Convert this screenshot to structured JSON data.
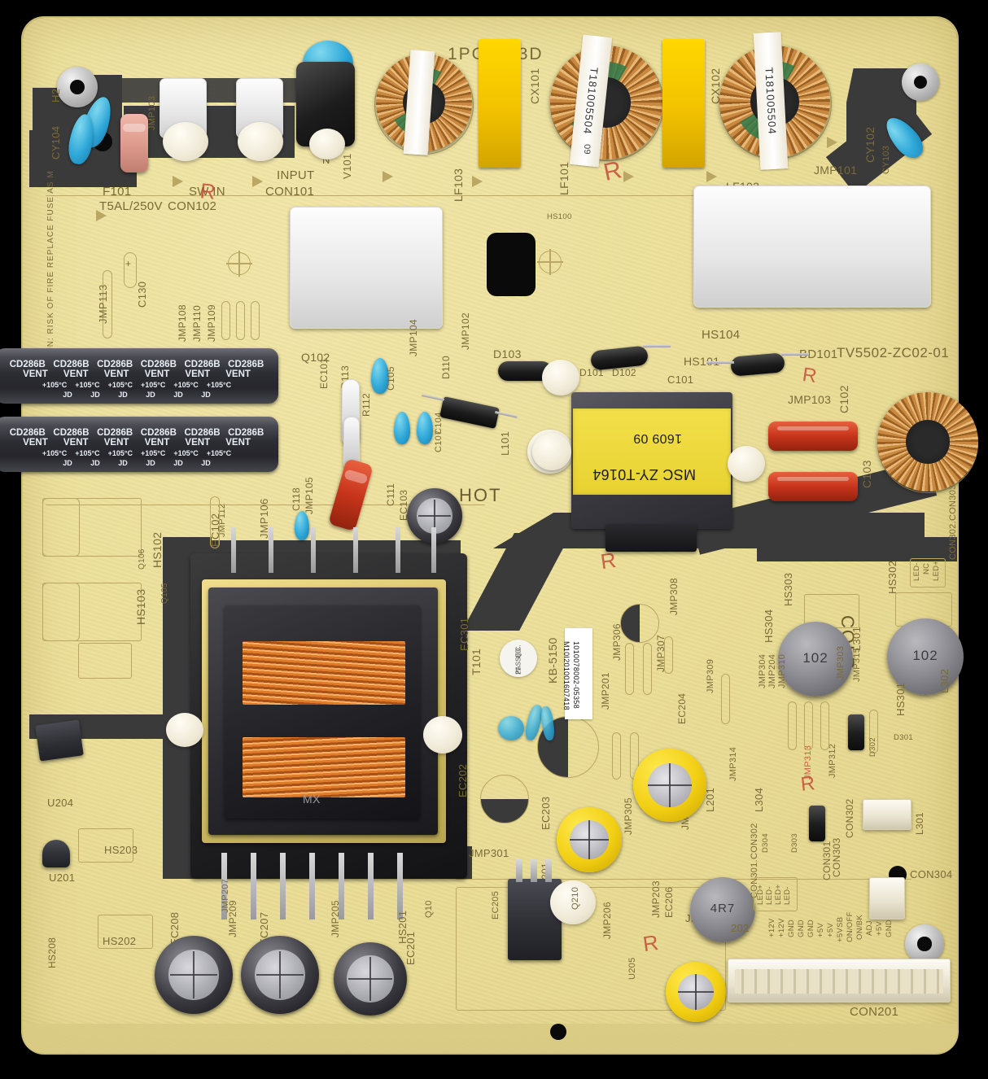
{
  "board": {
    "model": "TV5502-ZC02-01",
    "top_code": "1POD   73D",
    "caution": "CAUTION: RISK OF FIRE REPLACE FUSE AS M",
    "zones": {
      "hot": "HOT",
      "cold": "COLD"
    },
    "fuse_rating": "T5AL/250V",
    "transformer_label_line1": "MSC ZY-T0164",
    "transformer_label_line2": "1609 09",
    "transformer_core_mark": "MX",
    "choke_tape_1": "T181005504",
    "choke_tape_1b": "09",
    "choke_tape_2": "T181005504",
    "barcode_label_line1": "M10I201001607418",
    "barcode_label_line2": "1010078002-05358",
    "qc_line1": "Q.C.",
    "qc_line2": "PASSED",
    "qc_line3": "21",
    "service_code": "KB-5150"
  },
  "capacitors_bulk": [
    {
      "ref": "",
      "brand": "CD286B",
      "line2": "VENT",
      "line3": "+105°C",
      "line4": "JD"
    },
    {
      "ref": "",
      "brand": "CD286B",
      "line2": "VENT",
      "line3": "+105°C",
      "line4": "JD"
    }
  ],
  "inductor_values": {
    "l301": "102",
    "l302": "102",
    "l201": "4R7"
  },
  "connectors": {
    "con201_label": "CON201",
    "con201_pins": [
      "+12V",
      "+12V",
      "GND",
      "GND",
      "GND",
      "+5V",
      "+5V",
      "+5VSB",
      "ON/OFF",
      "ON/BK",
      "ADJ",
      "+5V",
      "GND"
    ],
    "con301_label": "CON301",
    "con303_label": "CON303",
    "con304_label": "CON304",
    "con302_label": "CON302",
    "con302_303_label": "CON302.CON303",
    "con301_con302_label": "CON301.CON302",
    "led_pins": [
      "LED-",
      "NC",
      "LED+"
    ],
    "led_pins2": [
      "LED-",
      "LED+",
      "LED-",
      "LED+"
    ],
    "con101": "CON101",
    "con102": "CON102",
    "sw_in": "SW IN",
    "input": "INPUT",
    "n_pin": "N",
    "h2": "H2"
  },
  "silkscreen": {
    "top_row": [
      "H2",
      "CY104",
      "F101",
      "T5AL/250V",
      "CON102",
      "SW IN",
      "CON101",
      "INPUT",
      "N",
      "V101",
      "JMP103x",
      "LF103",
      "CX101",
      "LF101",
      "CX102",
      "LF102",
      "JMP101",
      "CY102"
    ],
    "refs": [
      "JMP113",
      "C130",
      "JMP108",
      "JMP109",
      "JMP110",
      "Q102",
      "EC101",
      "R113",
      "C105",
      "R112",
      "C104",
      "C107",
      "JMP104",
      "JMP102",
      "D110",
      "D103",
      "D101",
      "D102",
      "L101",
      "HS100",
      "HS101",
      "HS104",
      "BD101",
      "JMP103",
      "C102",
      "C103",
      "C101",
      "JMP105",
      "C118",
      "EC102",
      "JMP112",
      "JMP106",
      "EC103",
      "C111",
      "Q105",
      "Q106",
      "HS102",
      "HS103",
      "T101",
      "U204",
      "U201",
      "HS203",
      "HS202",
      "HS208",
      "EC208",
      "EC207",
      "EC201",
      "JMP209",
      "JMP205",
      "JMP207",
      "JMP206",
      "JMP203",
      "EC206",
      "HS201",
      "EC202",
      "EC203",
      "D201",
      "JMP301",
      "EC301",
      "JMP306",
      "JMP307",
      "JMP308",
      "JMP309",
      "JMP310",
      "JMP304",
      "JMP204",
      "JMP201",
      "JMP302",
      "JMP305",
      "EC204",
      "JMP303",
      "JMP312",
      "JMP313",
      "JMP314",
      "JMP315",
      "HS301",
      "HS302",
      "HS303",
      "HS304",
      "L301",
      "L302",
      "L304",
      "L201",
      "D301",
      "D302",
      "D303",
      "D304",
      "U205",
      "Q10"
    ]
  }
}
